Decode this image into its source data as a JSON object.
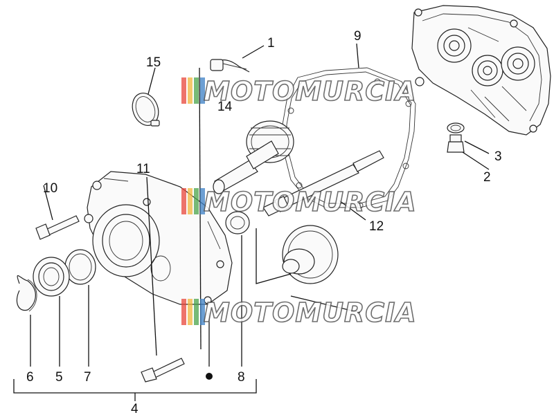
{
  "labels": {
    "l1": "1",
    "l2": "2",
    "l3": "3",
    "l4": "4",
    "l5": "5",
    "l6": "6",
    "l7": "7",
    "l8": "8",
    "l9": "9",
    "l10": "10",
    "l11": "11",
    "l12": "12",
    "l14": "14",
    "l15": "15"
  },
  "watermark": {
    "text": "MOTOMURCIA",
    "colors": [
      "#e8463a",
      "#f0b63c",
      "#4aa34a",
      "#3b7fc4"
    ]
  },
  "colors": {
    "ink": "#111111",
    "background": "#ffffff"
  }
}
